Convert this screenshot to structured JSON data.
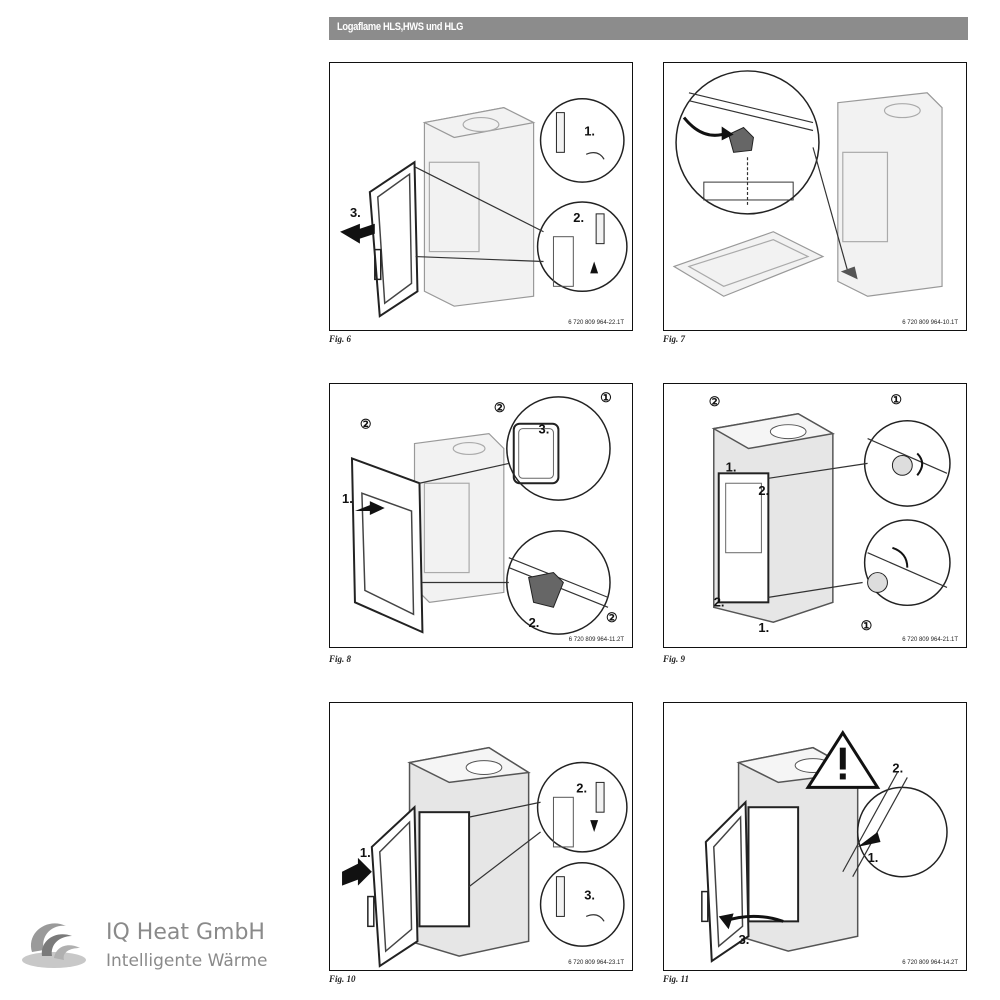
{
  "header": {
    "title": "Logaflame HLS,HWS und HLG"
  },
  "figures": [
    {
      "caption": "Fig. 6",
      "code": "6 720 809 964-22.1T",
      "labels": [
        "1.",
        "2.",
        "3."
      ]
    },
    {
      "caption": "Fig. 7",
      "code": "6 720 809 964-10.1T",
      "labels": []
    },
    {
      "caption": "Fig. 8",
      "code": "6 720 809 964-11.2T",
      "labels": [
        "1.",
        "2.",
        "3.",
        "①",
        "②"
      ]
    },
    {
      "caption": "Fig. 9",
      "code": "6 720 809 964-21.1T",
      "labels": [
        "1.",
        "2.",
        "①",
        "②"
      ]
    },
    {
      "caption": "Fig. 10",
      "code": "6 720 809 964-23.1T",
      "labels": [
        "1.",
        "2.",
        "3."
      ]
    },
    {
      "caption": "Fig. 11",
      "code": "6 720 809 964-14.2T",
      "labels": [
        "1.",
        "2.",
        "3."
      ]
    }
  ],
  "logo": {
    "company": "IQ Heat GmbH",
    "tagline": "Intelligente Wärme"
  },
  "colors": {
    "header_bar": "#8c8c8c",
    "logo_grey": "#8a8a8a"
  }
}
